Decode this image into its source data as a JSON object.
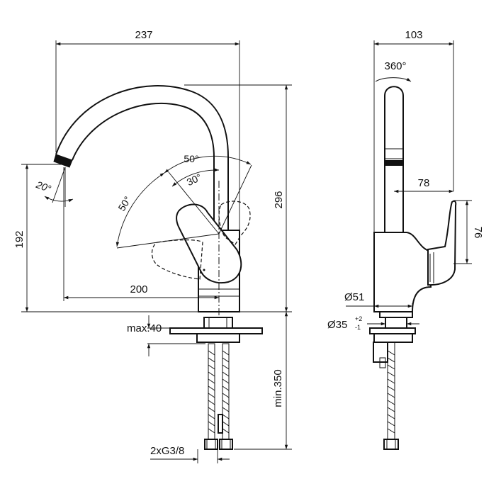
{
  "dimensions": {
    "overall_width": "237",
    "spout_reach": "200",
    "outlet_height": "192",
    "overall_height": "296",
    "max_worktop": "max.40",
    "hose_length": "min.350",
    "connections": "2xG3/8",
    "side_depth": "103",
    "handle_offset": "78",
    "handle_height": "76",
    "body_diameter": "Ø51",
    "hole_diameter": "Ø35",
    "hole_tol_upper": "+2",
    "hole_tol_lower": "-1"
  },
  "angles": {
    "spout_outlet": "20°",
    "handle_range_total": "50°",
    "handle_range_mixing": "30°",
    "handle_lift": "50°",
    "swivel": "360°"
  }
}
